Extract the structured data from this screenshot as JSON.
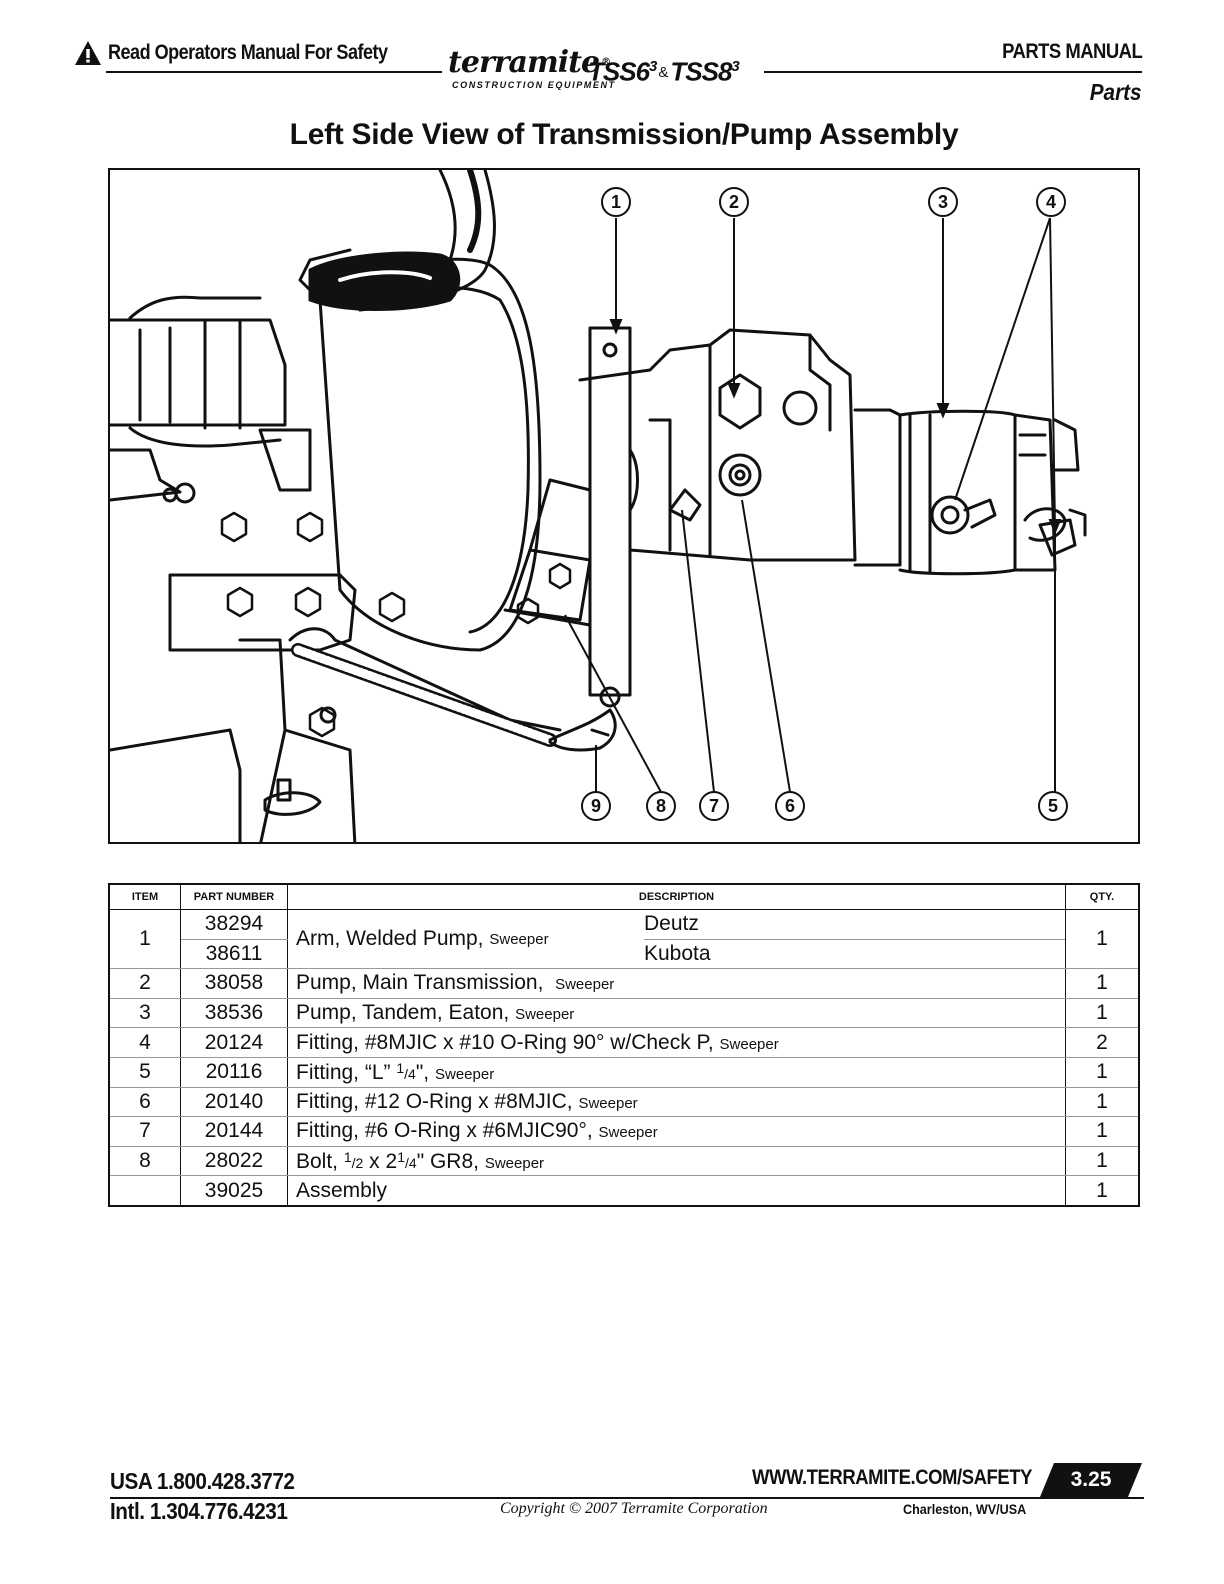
{
  "header": {
    "warning": "Read Operators Manual For Safety",
    "brand": "terramite",
    "brand_sub": "CONSTRUCTION EQUIPMENT",
    "model_a": "TSS6",
    "model_b": "TSS8",
    "model_sup": "3",
    "ampersand": "&",
    "manual": "PARTS MANUAL",
    "section": "Parts"
  },
  "title": "Left Side View of Transmission/Pump Assembly",
  "callouts": [
    "1",
    "2",
    "3",
    "4",
    "5",
    "6",
    "7",
    "8",
    "9"
  ],
  "table": {
    "headers": {
      "item": "ITEM",
      "part": "PART NUMBER",
      "desc": "DESCRIPTION",
      "qty": "QTY."
    },
    "row1": {
      "item": "1",
      "part_a": "38294",
      "part_b": "38611",
      "desc": "Arm, Welded Pump,",
      "note": "Sweeper",
      "engine_a": "Deutz",
      "engine_b": "Kubota",
      "qty": "1"
    },
    "rows": [
      {
        "item": "2",
        "part": "38058",
        "desc": "Pump, Main Transmission,",
        "note": "Sweeper",
        "qty": "1"
      },
      {
        "item": "3",
        "part": "38536",
        "desc": "Pump, Tandem, Eaton,",
        "note": "Sweeper",
        "qty": "1"
      },
      {
        "item": "4",
        "part": "20124",
        "desc": "Fitting, #8MJIC x #10 O-Ring 90° w/Check P,",
        "note": "Sweeper",
        "qty": "2"
      },
      {
        "item": "5",
        "part": "20116",
        "desc_a": "Fitting, “L” ",
        "frac_num": "1",
        "frac_den": "4",
        "desc_b": "\",",
        "note": "Sweeper",
        "qty": "1"
      },
      {
        "item": "6",
        "part": "20140",
        "desc": "Fitting, #12 O-Ring x #8MJIC,",
        "note": "Sweeper",
        "qty": "1"
      },
      {
        "item": "7",
        "part": "20144",
        "desc": "Fitting, #6 O-Ring x #6MJIC90°,",
        "note": "Sweeper",
        "qty": "1"
      },
      {
        "item": "8",
        "part": "28022",
        "desc_a": "Bolt, ",
        "f1_num": "1",
        "f1_den": "2",
        "desc_b": " x 2",
        "f2_num": "1",
        "f2_den": "4",
        "desc_c": "\" GR8,",
        "note": "Sweeper",
        "qty": "1"
      },
      {
        "item": "",
        "part": "39025",
        "desc": "Assembly",
        "note": "",
        "qty": "1"
      }
    ]
  },
  "footer": {
    "usa": "USA  1.800.428.3772",
    "intl": "Intl.  1.304.776.4231",
    "web": "WWW.TERRAMITE.COM/SAFETY",
    "page": "3.25",
    "copyright": "Copyright © 2007 Terramite Corporation",
    "city": "Charleston, WV/USA"
  }
}
